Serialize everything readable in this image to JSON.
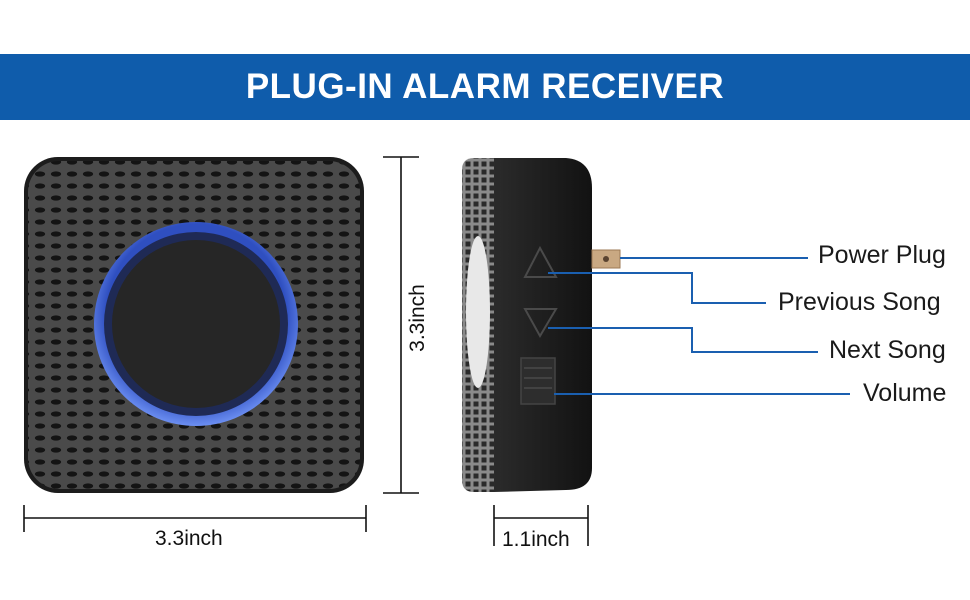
{
  "header": {
    "title": "PLUG-IN ALARM RECEIVER"
  },
  "dimensions": {
    "width": "3.3inch",
    "height": "3.3inch",
    "depth": "1.1inch"
  },
  "callouts": {
    "power_plug": "Power Plug",
    "previous_song": "Previous Song",
    "next_song": "Next Song",
    "volume": "Volume"
  },
  "colors": {
    "banner": "#0f5cab",
    "callout_line": "#1a5fb0",
    "ring": "#3b5fd0",
    "body": "#3a3a3a"
  }
}
